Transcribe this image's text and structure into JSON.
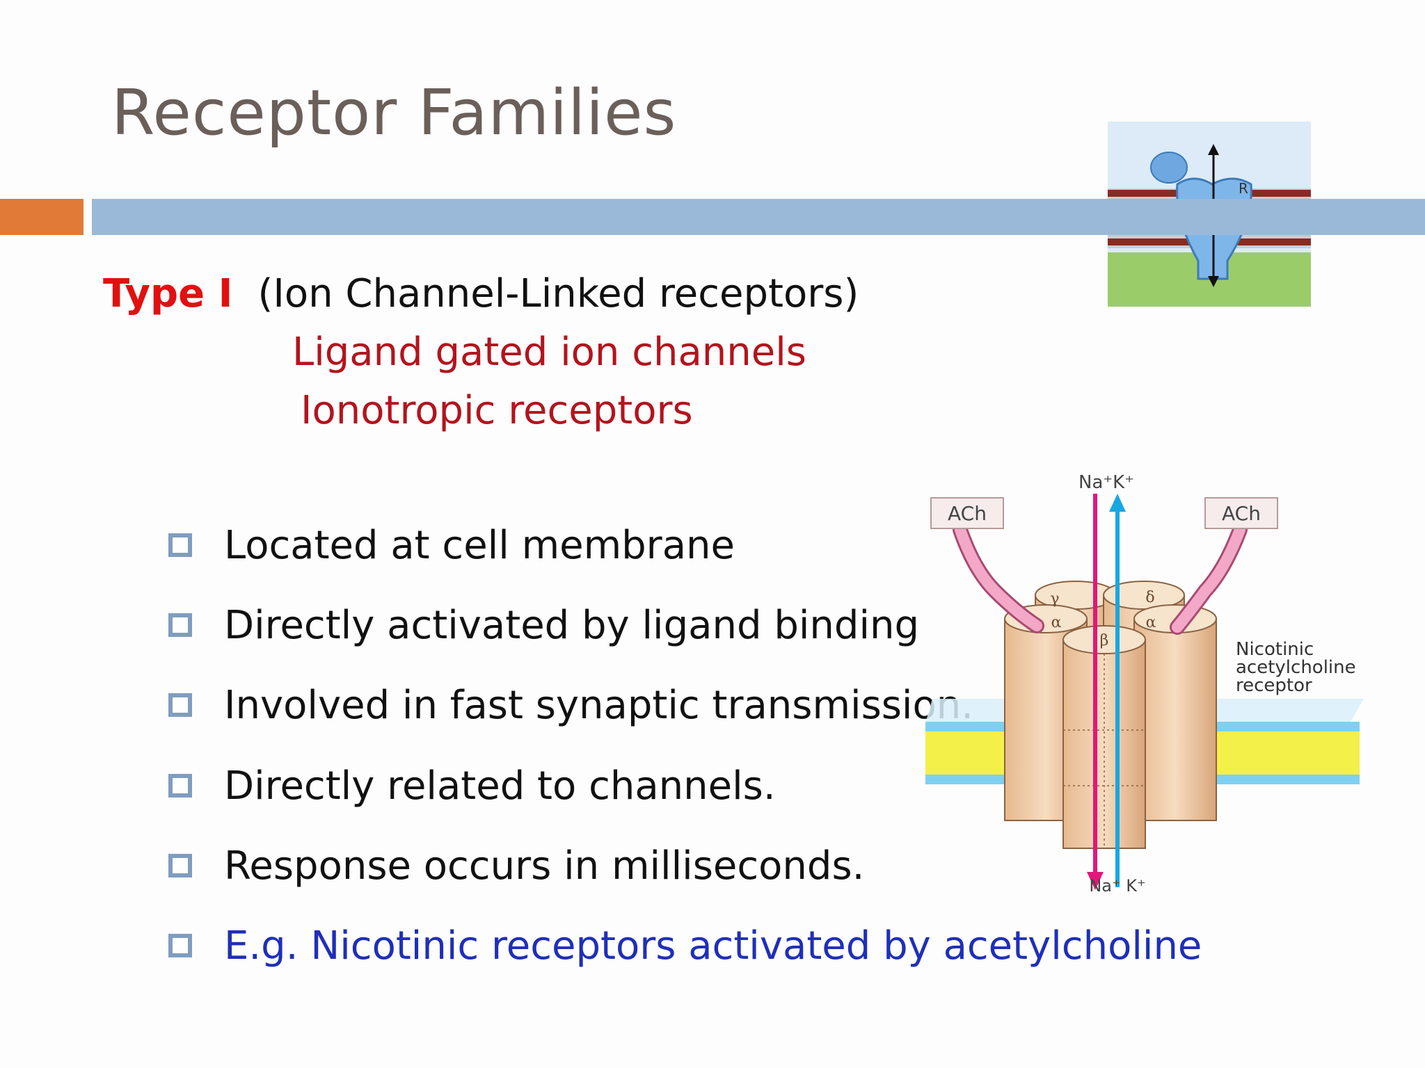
{
  "title": "Receptor Families",
  "type_line": {
    "label": "Type I",
    "text": "(Ion Channel-Linked receptors)"
  },
  "subtitles": [
    "Ligand gated ion channels",
    "Ionotropic receptors"
  ],
  "bullets": [
    "Located at cell membrane",
    "Directly activated by ligand binding",
    "Involved in fast synaptic transmission.",
    "Directly related to channels.",
    "Response occurs in milliseconds.",
    "E.g. Nicotinic receptors activated by acetylcholine"
  ],
  "membrane_icon": {
    "receptor_label": "R"
  },
  "diagram": {
    "ion_top": "Na⁺K⁺",
    "ion_bottom": "Na⁺ K⁺",
    "ligand_left": "ACh",
    "ligand_right": "ACh",
    "subunits": [
      "γ",
      "δ",
      "α",
      "α",
      "β"
    ],
    "caption": [
      "Nicotinic",
      "acetylcholine",
      "receptor"
    ]
  },
  "colors": {
    "accent_orange": "#e07a36",
    "accent_blue": "#9ab9d9",
    "type_red": "#e11010",
    "subtitle_red": "#b3141e",
    "example_blue": "#1f2fb8"
  }
}
